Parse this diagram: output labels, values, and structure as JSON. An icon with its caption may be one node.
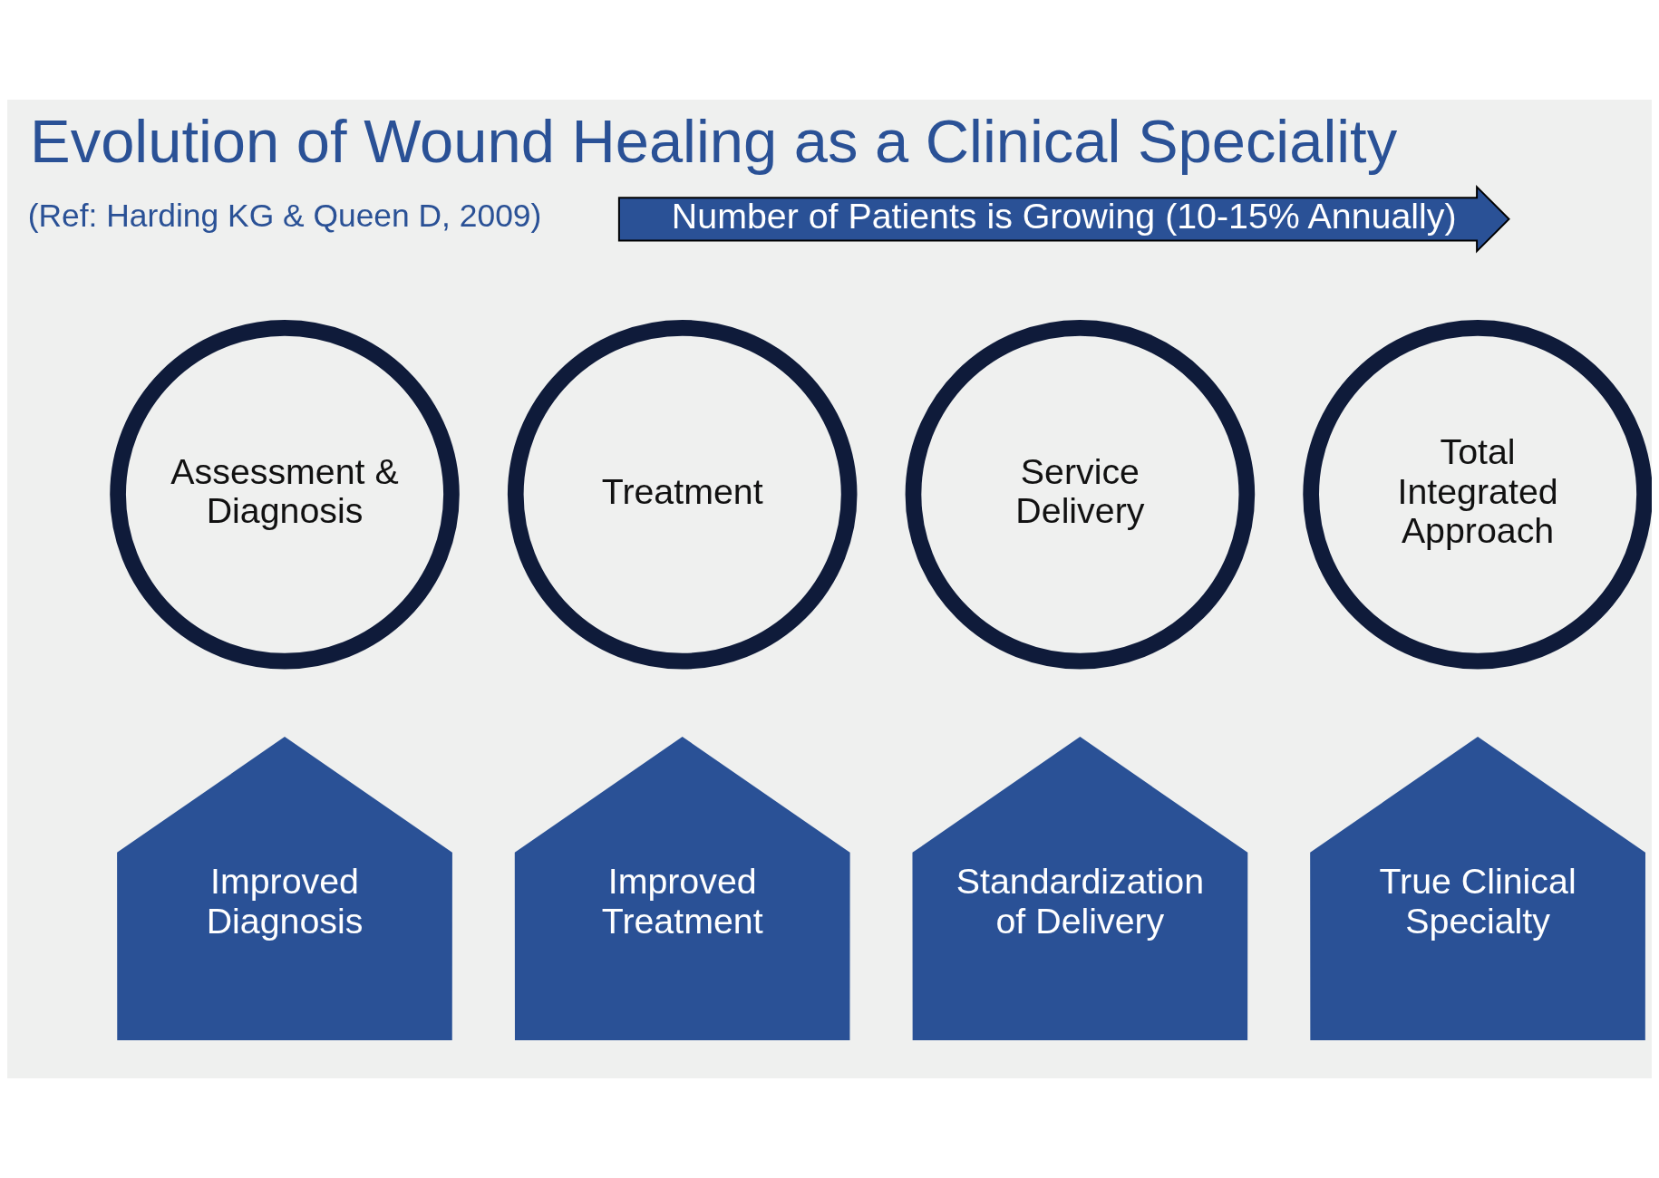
{
  "diagram": {
    "title": "Evolution of Wound Healing as a Clinical Speciality",
    "nodes": [
      {
        "text": [
          "Assessment & Diagnosis"
        ]
      },
      {
        "text": [
          "Treatment"
        ]
      },
      {
        "text": [
          "Service Delivery"
        ]
      },
      {
        "text": [
          "Total Integrated Approach"
        ]
      },
      {
        "text": [
          "Improved Diagnosis"
        ]
      },
      {
        "text": [
          "Improved Treatment"
        ]
      },
      {
        "text": [
          "Standardization of Delivery"
        ]
      },
      {
        "text": [
          "True Clinical Specialty"
        ]
      }
    ],
    "labels": [
      "(Ref: Harding KG & Queen D, 2009)",
      "Number of Patients is Growing (10-15% Annually)"
    ]
  }
}
